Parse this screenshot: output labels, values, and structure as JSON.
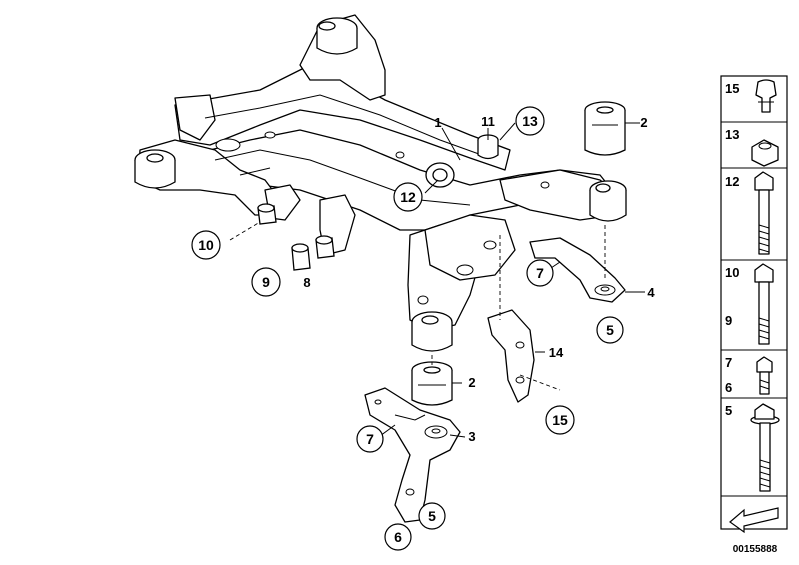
{
  "callouts": {
    "c1": "1",
    "c2a": "2",
    "c2b": "2",
    "c3": "3",
    "c4": "4",
    "c5a": "5",
    "c5b": "5",
    "c6": "6",
    "c7a": "7",
    "c7b": "7",
    "c8": "8",
    "c9": "9",
    "c10": "10",
    "c11": "11",
    "c12": "12",
    "c13": "13",
    "c14": "14",
    "c15": "15"
  },
  "sidebar": {
    "items": [
      {
        "number": "15",
        "icon": "clip-icon"
      },
      {
        "number": "13",
        "icon": "nut-icon"
      },
      {
        "number": "12",
        "icon": "long-bolt-icon"
      },
      {
        "number": "10",
        "icon": "bolt-icon"
      },
      {
        "number": "9",
        "icon": "bolt-icon"
      },
      {
        "number": "7",
        "icon": "short-bolt-icon"
      },
      {
        "number": "6",
        "icon": "short-bolt-icon"
      },
      {
        "number": "5",
        "icon": "flange-bolt-icon"
      }
    ],
    "footer_icon": "direction-arrow-icon"
  },
  "reference_code": "00155888"
}
